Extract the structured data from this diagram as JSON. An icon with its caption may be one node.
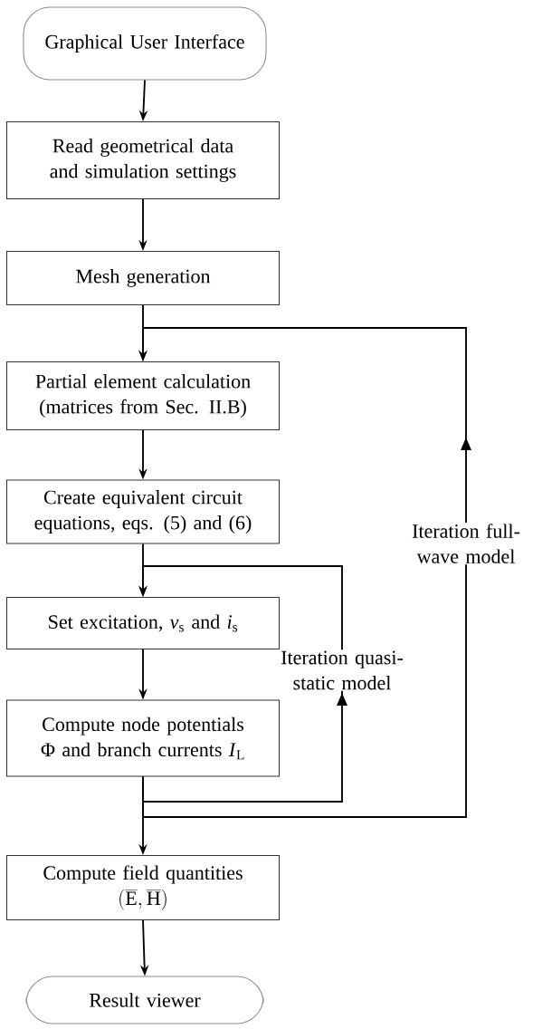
{
  "diagram": {
    "nodes": [
      {
        "text": [
          "Graphical User Interface"
        ]
      },
      {
        "text": [
          "Read geometrical data and simulation settings"
        ]
      },
      {
        "text": [
          "Mesh generation"
        ]
      },
      {
        "text": [
          "Partial element calculation (matrices from Sec. II.B)"
        ]
      },
      {
        "text": [
          "Create equivalent circuit equations, eqs. (5) and (6)"
        ]
      },
      {
        "text": [
          "Set excitation, *v*$_{s}$ and *i*$_{s}$"
        ]
      },
      {
        "text": [
          "Compute node potentials Φ and branch currents *I*$_{L}$"
        ]
      },
      {
        "text": [
          "Compute field quantities",
          "(\\overline{\\mathrm{E}}, \\overline{\\mathrm{H}})"
        ]
      },
      {
        "text": [
          "Result viewer"
        ]
      }
    ],
    "edges": [
      {
        "from": 0,
        "to": 1,
        "arrow": "to"
      },
      {
        "from": 1,
        "to": 2,
        "arrow": "to"
      },
      {
        "from": 2,
        "to": 3,
        "arrow": "to"
      },
      {
        "from": 3,
        "to": 4,
        "arrow": "to"
      },
      {
        "from": 4,
        "to": 5,
        "arrow": "to"
      },
      {
        "from": 5,
        "to": 6,
        "arrow": "to"
      },
      {
        "from": 6,
        "to": 7,
        "arrow": "to"
      },
      {
        "from": 7,
        "to": 8,
        "arrow": "to"
      },
      {
        "from": 6,
        "to": 5,
        "arrow": "to",
        "label": "Iteration quasi-static model"
      },
      {
        "from": 6,
        "to": 3,
        "arrow": "to",
        "label": "Iteration full-wave model"
      }
    ]
  }
}
